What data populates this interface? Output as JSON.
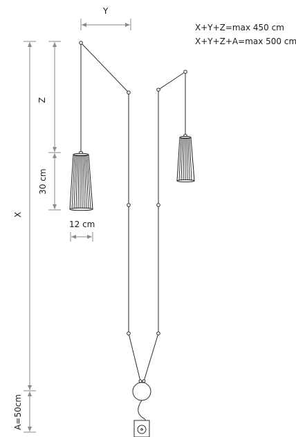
{
  "labels": {
    "y": "Y",
    "z": "Z",
    "x": "X",
    "a": "A=50cm",
    "height": "30 cm",
    "width": "12 cm"
  },
  "formulas": {
    "line1": "X+Y+Z=max 450 cm",
    "line2": "X+Y+Z+A=max 500 cm"
  },
  "colors": {
    "line": "#2a2a2a",
    "dimension": "#8a8a8a",
    "background": "#ffffff"
  }
}
